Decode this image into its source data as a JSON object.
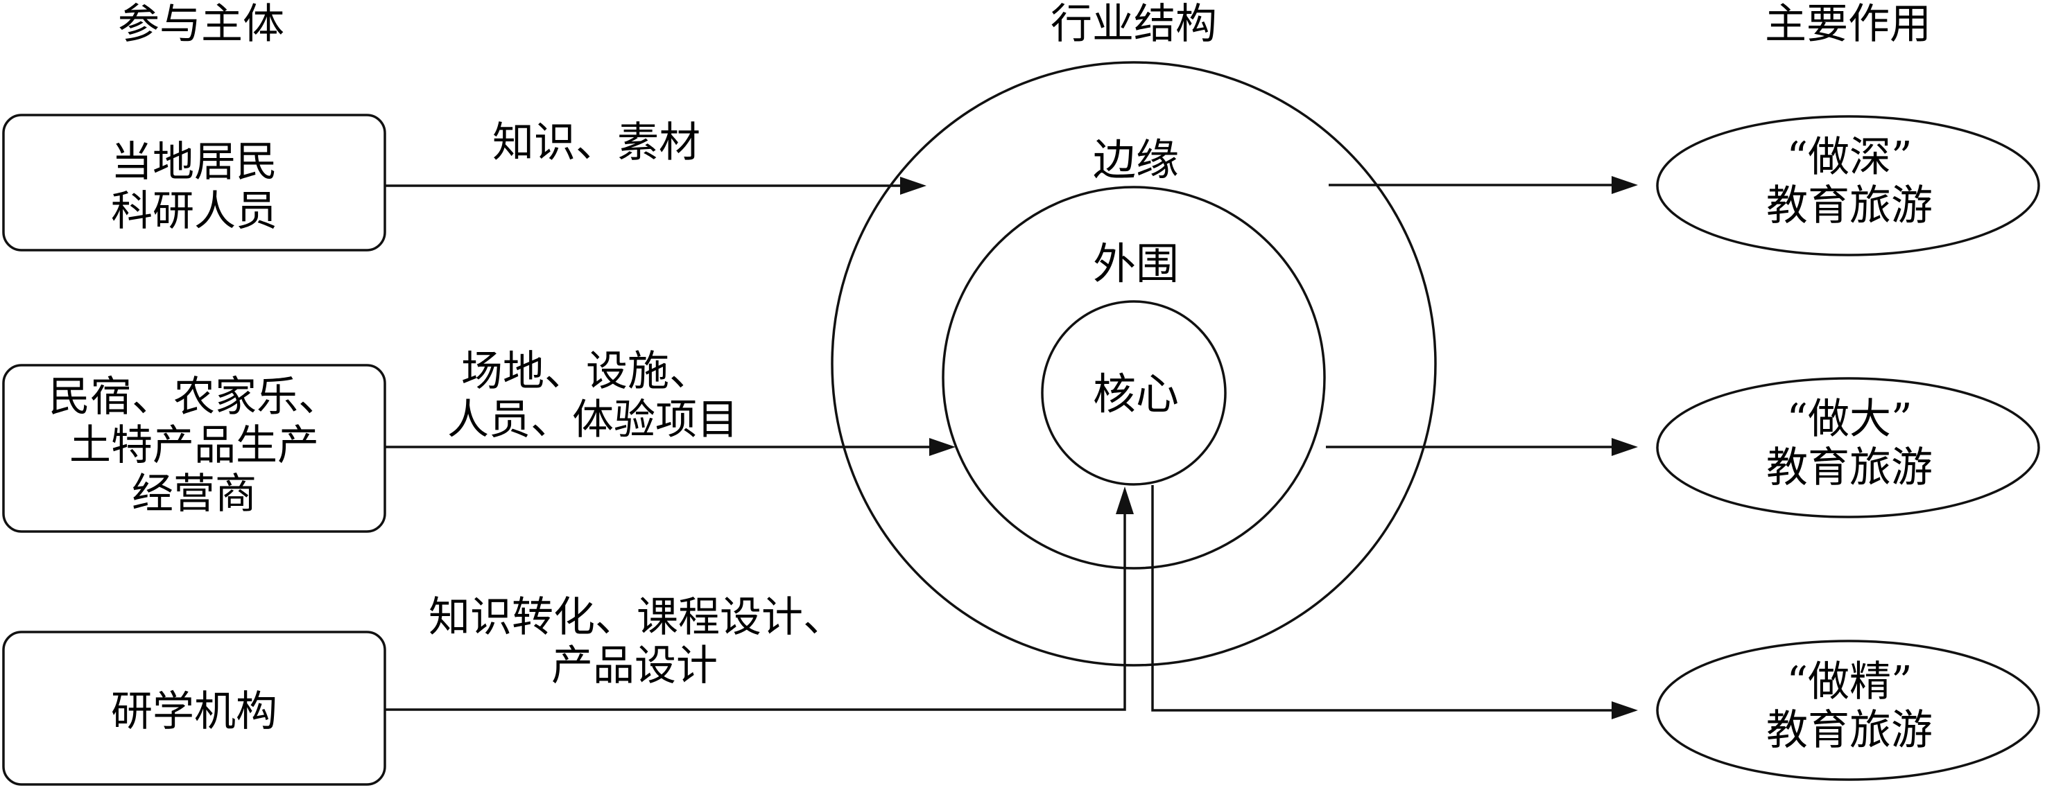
{
  "headers": {
    "participants": "参与主体",
    "structure": "行业结构",
    "functions": "主要作用"
  },
  "participants": [
    {
      "lines": [
        "当地居民",
        "科研人员"
      ]
    },
    {
      "lines": [
        "民宿、农家乐、",
        "土特产品生产",
        "经营商"
      ]
    },
    {
      "lines": [
        "研学机构"
      ]
    }
  ],
  "flows": [
    {
      "lines": [
        "知识、素材"
      ]
    },
    {
      "lines": [
        "场地、设施、",
        "人员、体验项目"
      ]
    },
    {
      "lines": [
        "知识转化、课程设计、",
        "产品设计"
      ]
    }
  ],
  "rings": {
    "outer": "边缘",
    "middle": "外围",
    "core": "核心"
  },
  "functions": [
    {
      "lines": [
        "“做深”",
        "教育旅游"
      ]
    },
    {
      "lines": [
        "“做大”",
        "教育旅游"
      ]
    },
    {
      "lines": [
        "“做精”",
        "教育旅游"
      ]
    }
  ]
}
